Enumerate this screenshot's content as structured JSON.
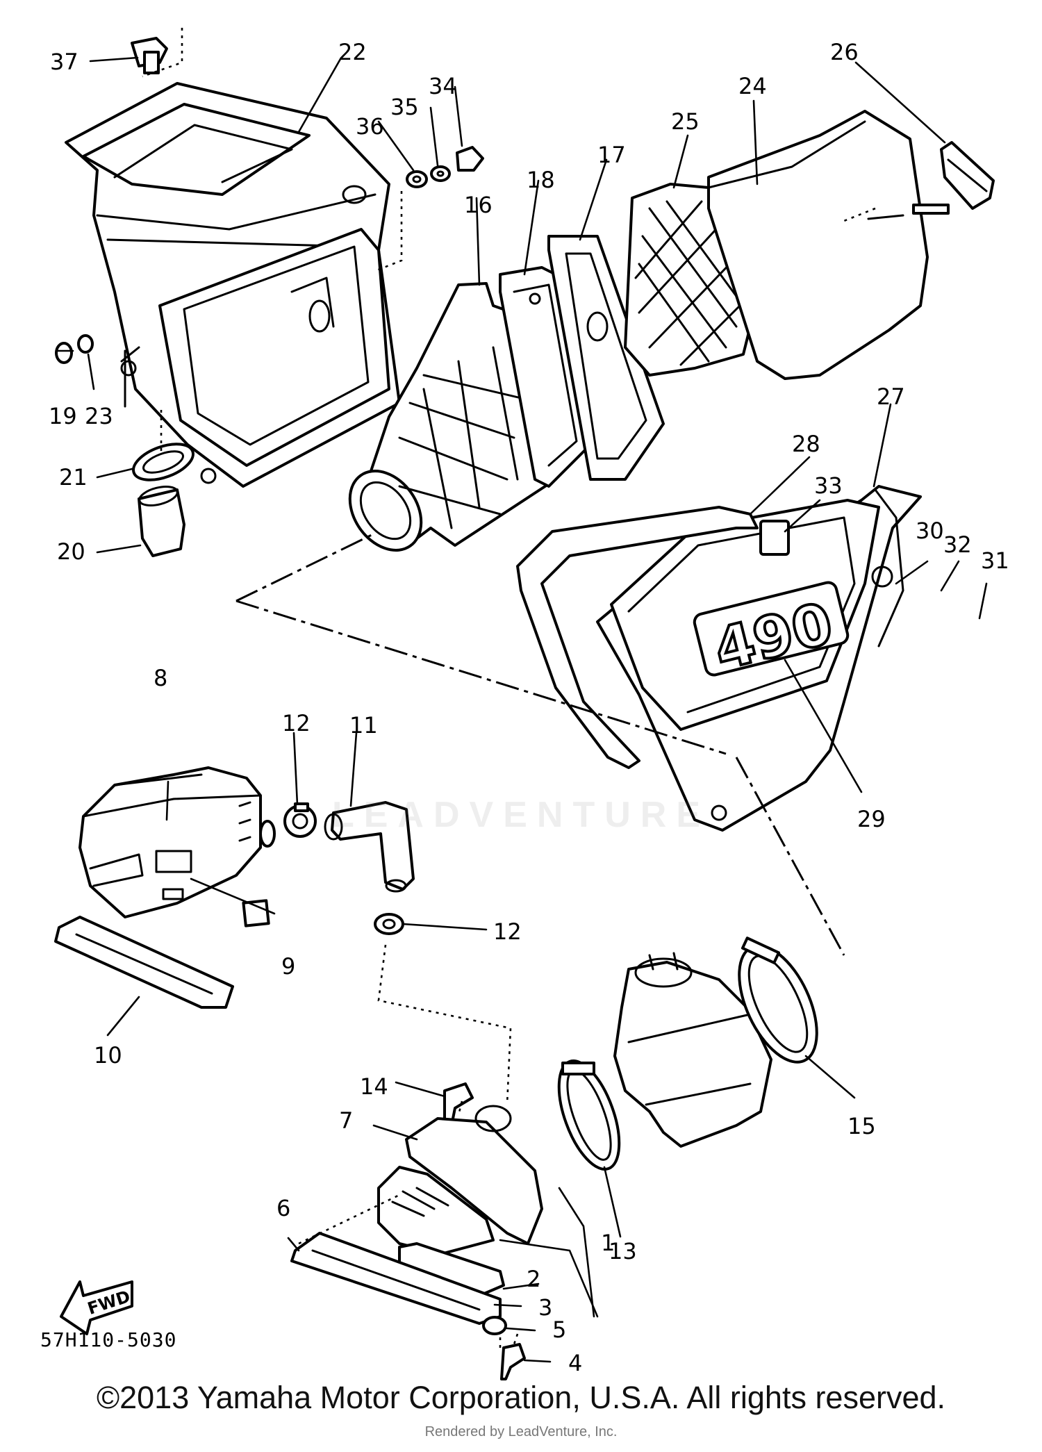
{
  "drawing_code": "57H110-5030",
  "copyright": "©2013 Yamaha Motor Corporation, U.S.A. All rights reserved.",
  "render_note": "Rendered by LeadVenture, Inc.",
  "watermark": "LEADVENTURE",
  "badge_text": "490",
  "fwd_label": "FWD",
  "labels": {
    "p1": "1",
    "p2": "2",
    "p3": "3",
    "p4": "4",
    "p5": "5",
    "p6": "6",
    "p7": "7",
    "p8": "8",
    "p9": "9",
    "p10": "10",
    "p11": "11",
    "p12a": "12",
    "p12b": "12",
    "p13": "13",
    "p14": "14",
    "p15": "15",
    "p16": "16",
    "p17": "17",
    "p18": "18",
    "p19": "19",
    "p20": "20",
    "p21": "21",
    "p22": "22",
    "p23": "23",
    "p24": "24",
    "p25": "25",
    "p26": "26",
    "p27": "27",
    "p28": "28",
    "p29": "29",
    "p30": "30",
    "p31": "31",
    "p32": "32",
    "p33": "33",
    "p34": "34",
    "p35": "35",
    "p36": "36",
    "p37": "37"
  }
}
